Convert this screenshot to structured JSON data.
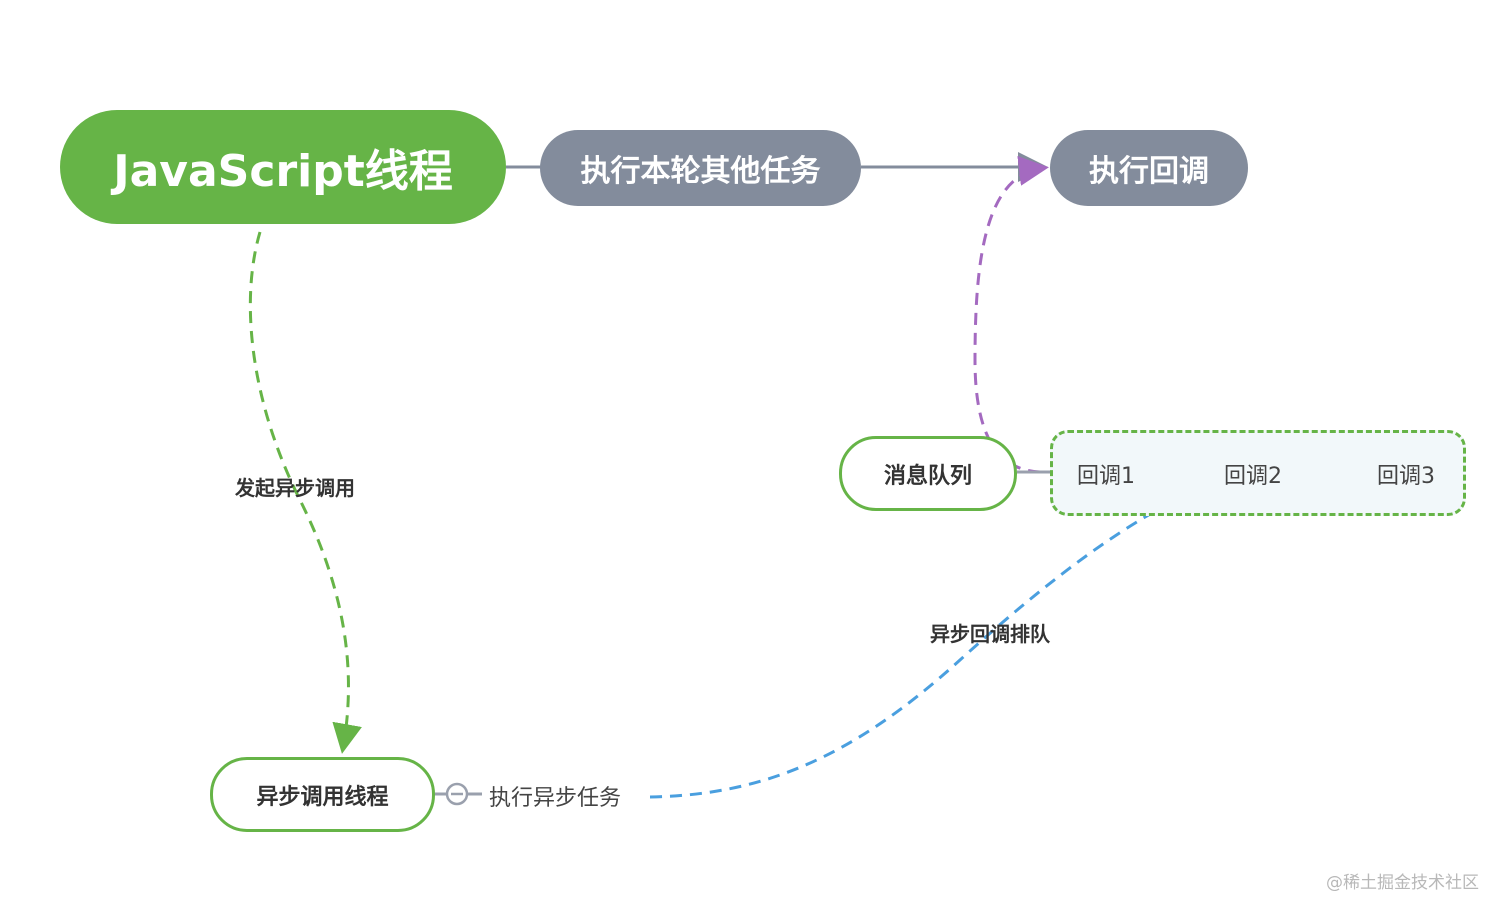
{
  "nodes": {
    "main": "JavaScript线程",
    "other_tasks": "执行本轮其他任务",
    "exec_callback": "执行回调",
    "message_queue": "消息队列",
    "async_thread": "异步调用线程"
  },
  "queue": {
    "callbacks": [
      "回调1",
      "回调2",
      "回调3"
    ]
  },
  "edges": {
    "start_async": "发起异步调用",
    "enqueue_callback": "异步回调排队"
  },
  "task": "执行异步任务",
  "watermark": "@稀土掘金技术社区",
  "colors": {
    "main_green": "#66b447",
    "gray_node": "#838c9c",
    "purple_arrow": "#a46ac0",
    "blue_arrow": "#4a9fdf",
    "connector": "#9aa0ad"
  }
}
